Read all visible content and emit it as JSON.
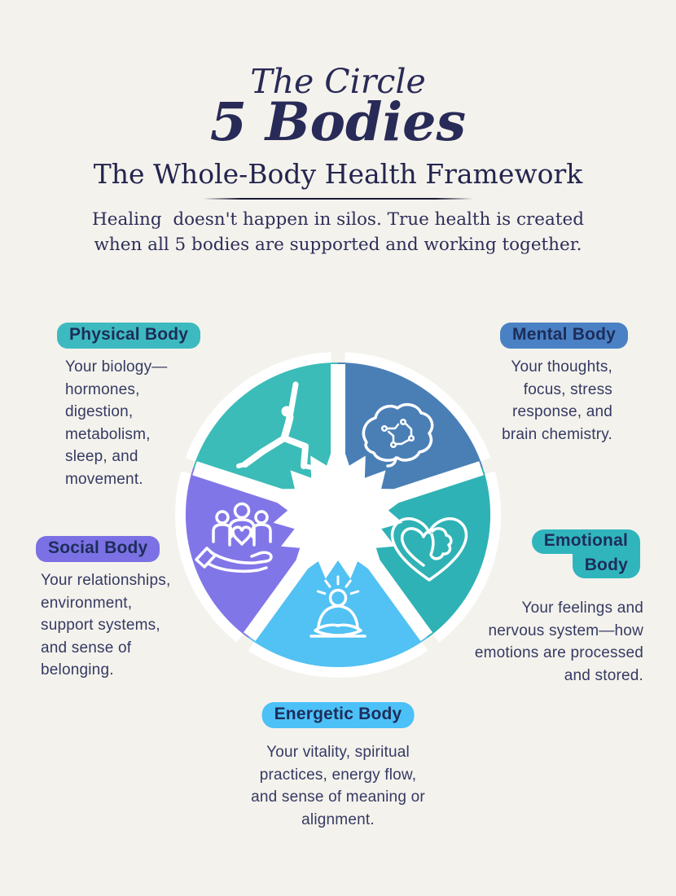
{
  "page": {
    "background": "#f4f2ec",
    "heading_color": "#282a57",
    "body_text_color": "#343a63",
    "badge_text_color": "#1d2d5a"
  },
  "header": {
    "eyebrow": "The Circle",
    "title": "5 Bodies",
    "subtitle": "The Whole-Body Health Framework",
    "intro": "Healing  doesn't happen in silos. True health is created\nwhen all 5 bodies are supported and working together."
  },
  "bodies": [
    {
      "id": "physical",
      "label": "Physical Body",
      "badge_color": "#3dbac0",
      "wedge_color": "#3bbcb8",
      "icon": "yoga-pose-icon",
      "description": "Your biology—\nhormones,\ndigestion,\nmetabolism,\nsleep, and\nmovement."
    },
    {
      "id": "mental",
      "label": "Mental Body",
      "badge_color": "#4a81c4",
      "wedge_color": "#4a7fb6",
      "icon": "brain-icon",
      "description": "Your thoughts,\nfocus, stress\nresponse, and\nbrain chemistry."
    },
    {
      "id": "emotional",
      "label_line1": "Emotional",
      "label_line2": "Body",
      "badge_color": "#31b5bd",
      "wedge_color": "#2eb2b5",
      "icon": "heart-brain-icon",
      "description": "Your feelings and\nnervous system—how\nemotions are processed\nand stored."
    },
    {
      "id": "energetic",
      "label": "Energetic Body",
      "badge_color": "#4cc1f7",
      "wedge_color": "#52c1f3",
      "icon": "meditation-icon",
      "description": "Your vitality, spiritual\npractices, energy flow,\nand sense of meaning or\nalignment."
    },
    {
      "id": "social",
      "label": "Social Body",
      "badge_color": "#7b71e4",
      "wedge_color": "#8176e8",
      "icon": "group-care-icon",
      "description": "Your relationships,\nenvironment,\nsupport systems,\nand sense of\nbelonging."
    }
  ]
}
